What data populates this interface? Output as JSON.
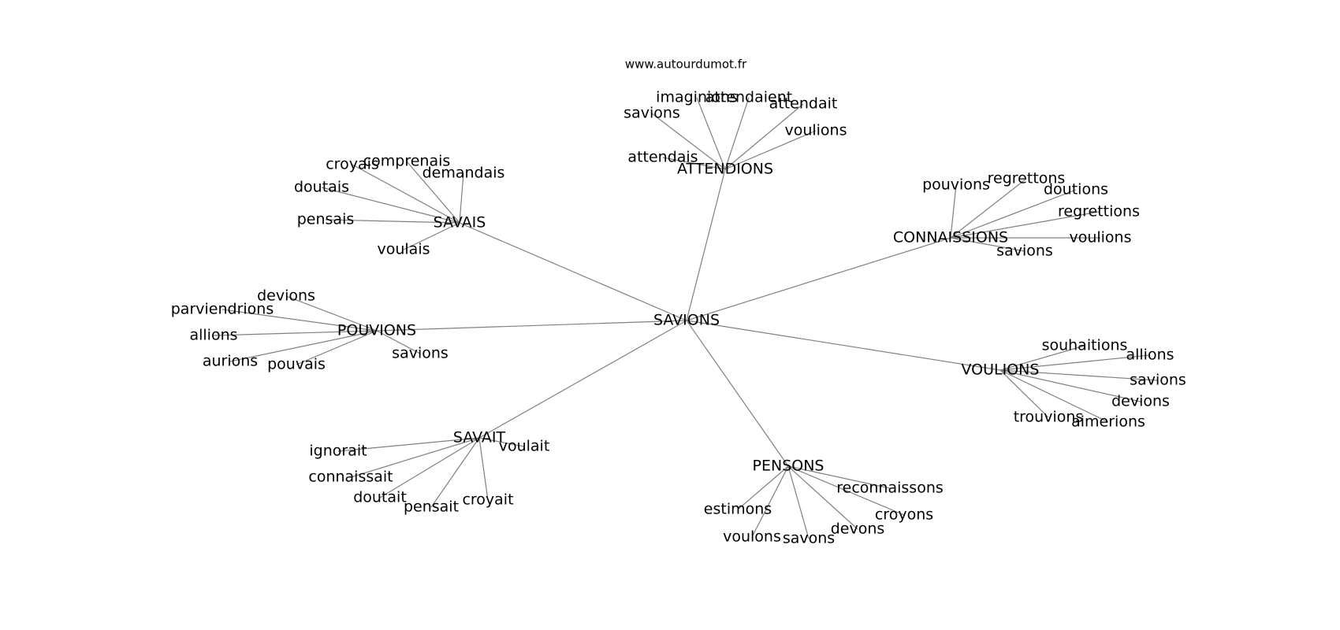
{
  "credit": "www.autourdumot.fr",
  "graph": {
    "center": "SAVIONS",
    "clusters": [
      {
        "hub": "ATTENDIONS",
        "leaves": [
          "imaginions",
          "attendaient",
          "attendait",
          "savions",
          "voulions",
          "attendais"
        ]
      },
      {
        "hub": "SAVAIS",
        "leaves": [
          "croyais",
          "comprenais",
          "demandais",
          "doutais",
          "pensais",
          "voulais"
        ]
      },
      {
        "hub": "CONNAISSIONS",
        "leaves": [
          "pouvions",
          "regrettons",
          "doutions",
          "regrettions",
          "voulions",
          "savions"
        ]
      },
      {
        "hub": "POUVIONS",
        "leaves": [
          "devions",
          "parviendrions",
          "allions",
          "aurions",
          "pouvais",
          "savions"
        ]
      },
      {
        "hub": "VOULIONS",
        "leaves": [
          "souhaitions",
          "allions",
          "savions",
          "devions",
          "trouvions",
          "aimerions"
        ]
      },
      {
        "hub": "SAVAIT",
        "leaves": [
          "voulait",
          "ignorait",
          "connaissait",
          "doutait",
          "pensait",
          "croyait"
        ]
      },
      {
        "hub": "PENSONS",
        "leaves": [
          "reconnaissons",
          "estimons",
          "croyons",
          "devons",
          "voulons",
          "savons"
        ]
      }
    ]
  }
}
